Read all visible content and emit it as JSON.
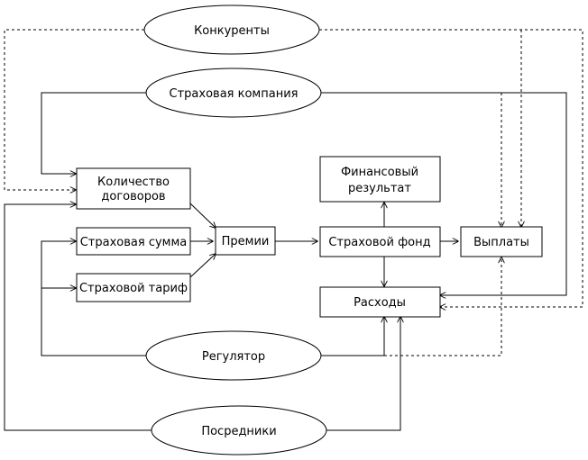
{
  "nodes": {
    "competitors": "Конкуренты",
    "insurance_company": "Страховая компания",
    "contracts_count_line1": "Количество",
    "contracts_count_line2": "договоров",
    "sum_insured": "Страховая сумма",
    "tariff": "Страховой тариф",
    "premiums": "Премии",
    "fund": "Страховой фонд",
    "fin_result_line1": "Финансовый",
    "fin_result_line2": "результат",
    "payouts": "Выплаты",
    "expenses": "Расходы",
    "regulator": "Регулятор",
    "intermediaries": "Посредники"
  },
  "colors": {
    "stroke": "#000000",
    "fill": "#ffffff"
  }
}
